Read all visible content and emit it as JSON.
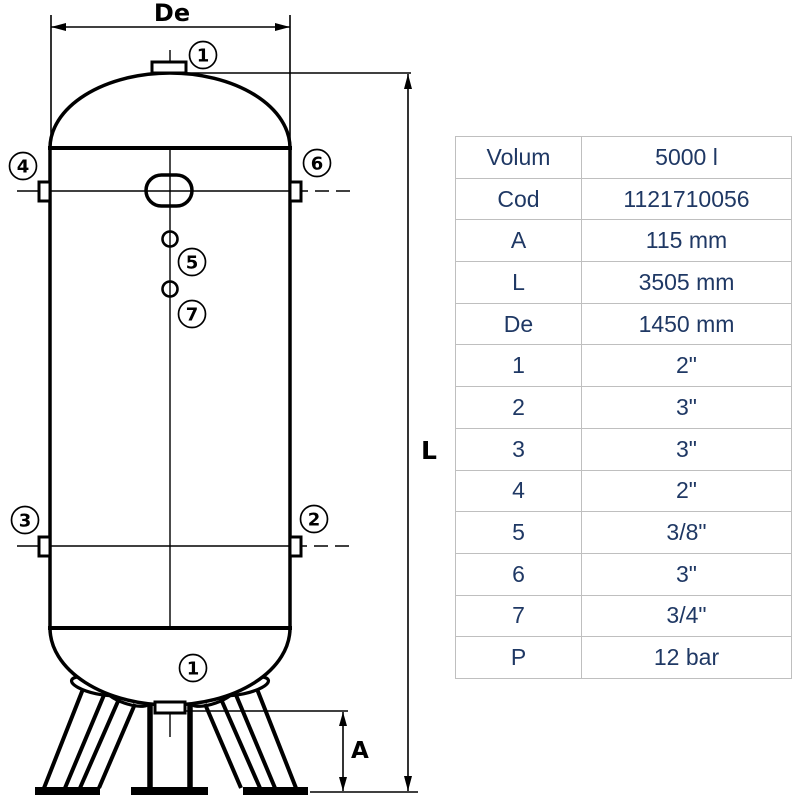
{
  "diagram": {
    "title": "vertical-air-receiver-tank-drawing",
    "line_color": "#000000",
    "dimension_labels": {
      "de": "De",
      "l": "L",
      "a": "A"
    },
    "callouts": [
      {
        "id": "top-port",
        "label": "1"
      },
      {
        "id": "left-upper-port",
        "label": "4"
      },
      {
        "id": "right-upper-port",
        "label": "6"
      },
      {
        "id": "center-small-port-upper",
        "label": "5"
      },
      {
        "id": "center-small-port-lower",
        "label": "7"
      },
      {
        "id": "left-lower-port",
        "label": "3"
      },
      {
        "id": "right-lower-port",
        "label": "2"
      },
      {
        "id": "bottom-port",
        "label": "1"
      }
    ]
  },
  "spec_table": {
    "text_color": "#1f3864",
    "rows": [
      {
        "label": "Volum",
        "value": "5000 l"
      },
      {
        "label": "Cod",
        "value": "1121710056"
      },
      {
        "label": "A",
        "value": "115 mm"
      },
      {
        "label": "L",
        "value": "3505 mm"
      },
      {
        "label": "De",
        "value": "1450 mm"
      },
      {
        "label": "1",
        "value": "2\""
      },
      {
        "label": "2",
        "value": "3\""
      },
      {
        "label": "3",
        "value": "3\""
      },
      {
        "label": "4",
        "value": "2\""
      },
      {
        "label": "5",
        "value": "3/8\""
      },
      {
        "label": "6",
        "value": "3\""
      },
      {
        "label": "7",
        "value": "3/4\""
      },
      {
        "label": "P",
        "value": "12 bar"
      }
    ]
  }
}
